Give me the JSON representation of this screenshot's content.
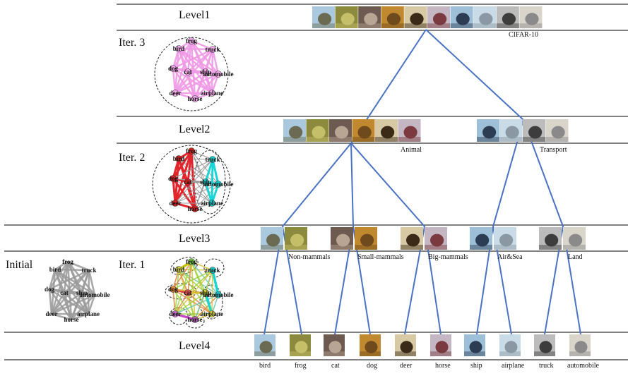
{
  "levels": [
    "Level1",
    "Level2",
    "Level3",
    "Level4"
  ],
  "iterations": [
    "Iter. 3",
    "Iter. 2",
    "Iter. 1"
  ],
  "initial_label": "Initial",
  "dataset_label": "CIFAR-10",
  "level2_groups": [
    "Animal",
    "Transport"
  ],
  "level3_groups": [
    "Non-mammals",
    "Small-mammals",
    "Big-mammals",
    "Air&Sea",
    "Land"
  ],
  "classes": [
    "bird",
    "frog",
    "cat",
    "dog",
    "deer",
    "horse",
    "ship",
    "airplane",
    "truck",
    "automobile"
  ],
  "colors": {
    "tree_edge": "#4a72c4",
    "iter3_edge": "#f09ae6",
    "iter2_red": "#e3242b",
    "iter2_cyan": "#19d6d6",
    "initial_edge": "#9a9a9a",
    "rule": "#000000"
  },
  "thumb_colors": {
    "bird": [
      "#aac8de",
      "#6b6a52"
    ],
    "frog": [
      "#8c8a3c",
      "#c5bf6a"
    ],
    "cat": [
      "#6d5a50",
      "#b9a593"
    ],
    "dog": [
      "#c0892f",
      "#6e4a1c"
    ],
    "deer": [
      "#d6c9a4",
      "#3b2a17"
    ],
    "horse": [
      "#c4b6c2",
      "#7a3a3f"
    ],
    "ship": [
      "#9dbfd8",
      "#2c3c52"
    ],
    "airplane": [
      "#c9dbe6",
      "#8b98a3"
    ],
    "truck": [
      "#bcbcbc",
      "#3d3d3d"
    ],
    "automobile": [
      "#d9d5cb",
      "#8a8a8a"
    ]
  }
}
